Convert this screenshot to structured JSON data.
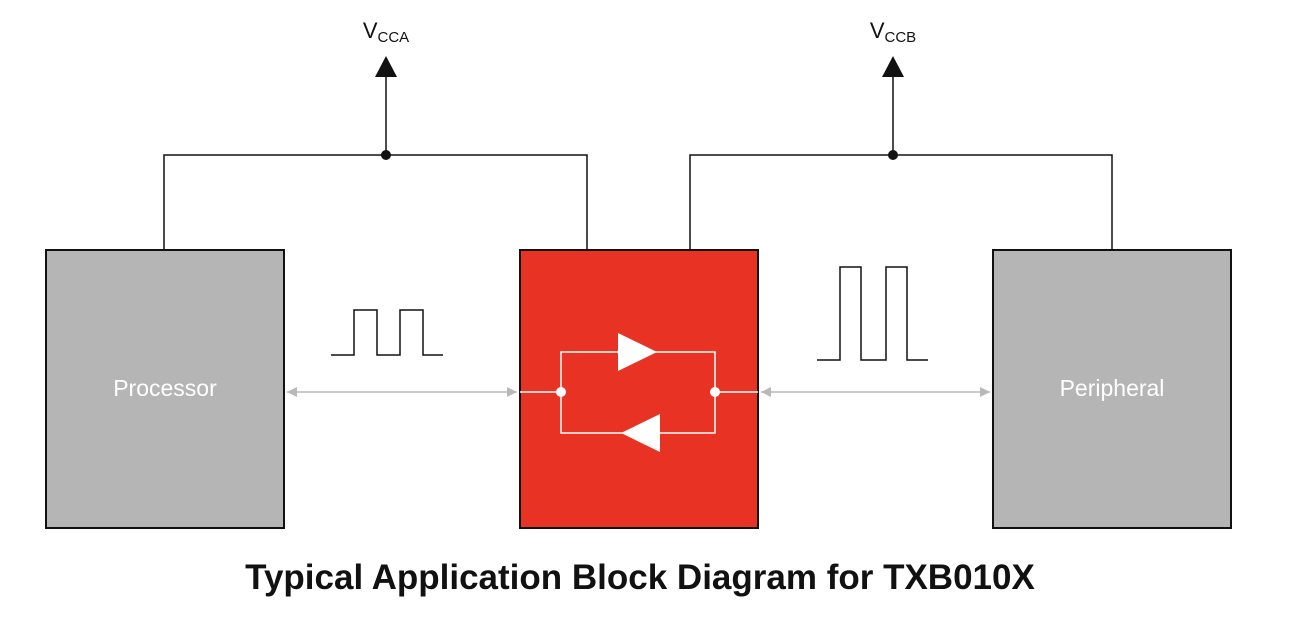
{
  "colors": {
    "block_fill": "#b5b5b5",
    "translator_fill": "#e83324",
    "wire": "#111111",
    "signal_link": "#b8b8b8"
  },
  "rails": {
    "vcca": {
      "base": "V",
      "sub": "CCA"
    },
    "vccb": {
      "base": "V",
      "sub": "CCB"
    }
  },
  "blocks": {
    "processor": "Processor",
    "peripheral": "Peripheral"
  },
  "translator": {
    "icons": [
      "buffer-right-icon",
      "buffer-left-icon"
    ]
  },
  "caption": "Typical Application Block Diagram for TXB010X"
}
